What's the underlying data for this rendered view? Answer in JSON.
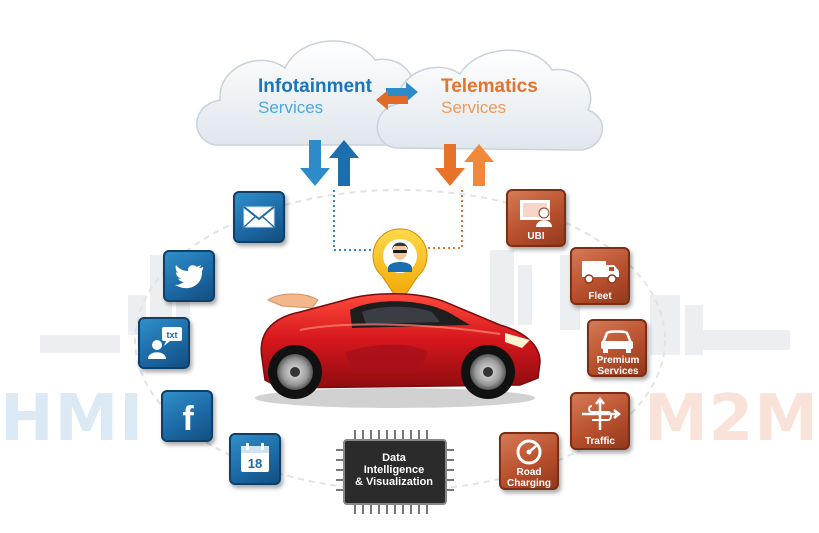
{
  "clouds": {
    "infotainment": {
      "line1": "Infotainment",
      "line2": "Services"
    },
    "telematics": {
      "line1": "Telematics",
      "line2": "Services"
    }
  },
  "left_icons": [
    {
      "name": "email-icon"
    },
    {
      "name": "twitter-icon"
    },
    {
      "name": "sms-icon",
      "text": "txt"
    },
    {
      "name": "facebook-icon",
      "text": "f"
    },
    {
      "name": "calendar-icon",
      "text": "18"
    }
  ],
  "right_icons": [
    {
      "label": "UBI"
    },
    {
      "label": "Fleet"
    },
    {
      "label": "Premium Services"
    },
    {
      "label": "Traffic"
    },
    {
      "label": "Road Charging"
    }
  ],
  "chip": {
    "label_line1": "Data",
    "label_line2": "Intelligence",
    "label_line3": "& Visualization"
  },
  "sides": {
    "left": "HMI",
    "right": "M2M"
  },
  "colors": {
    "blue": "#1d6aa6",
    "orange": "#b8502d",
    "car_red": "#d4161c",
    "pin_gold": "#f5b800"
  }
}
